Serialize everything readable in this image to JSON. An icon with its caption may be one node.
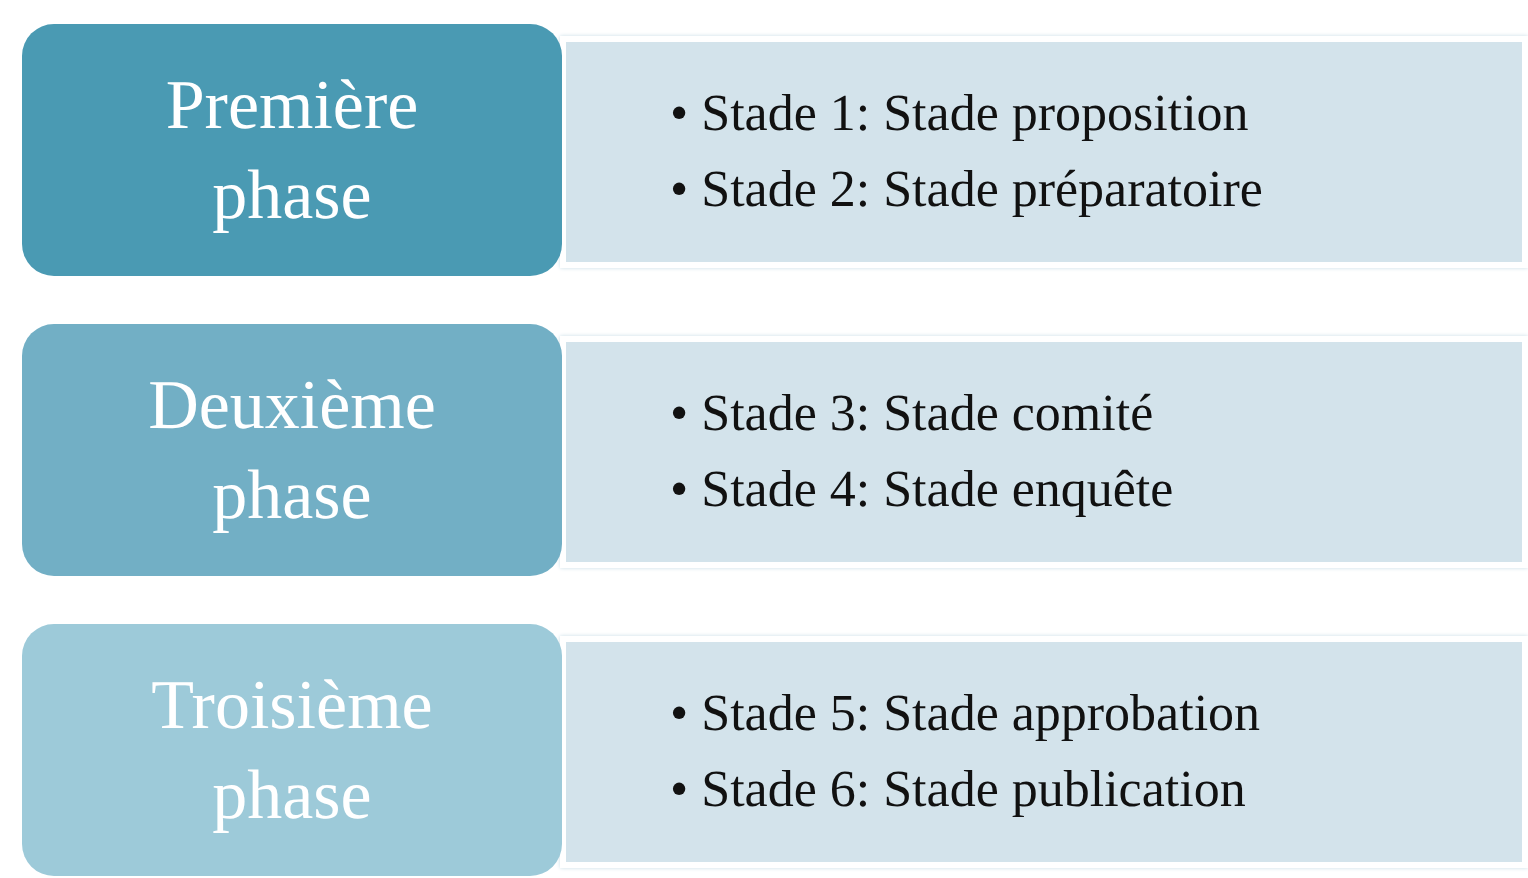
{
  "diagram": {
    "nodes": [
      {
        "text": [
          "Première phase"
        ]
      },
      {
        "text": [
          "• Stade 1: Stade proposition",
          "• Stade 2: Stade préparatoire"
        ]
      },
      {
        "text": [
          "Deuxième phase"
        ]
      },
      {
        "text": [
          "• Stade 3: Stade comité",
          "• Stade 4: Stade enquête"
        ]
      },
      {
        "text": [
          "Troisième phase"
        ]
      },
      {
        "text": [
          "• Stade 5: Stade approbation",
          "• Stade 6: Stade publication"
        ]
      }
    ]
  }
}
